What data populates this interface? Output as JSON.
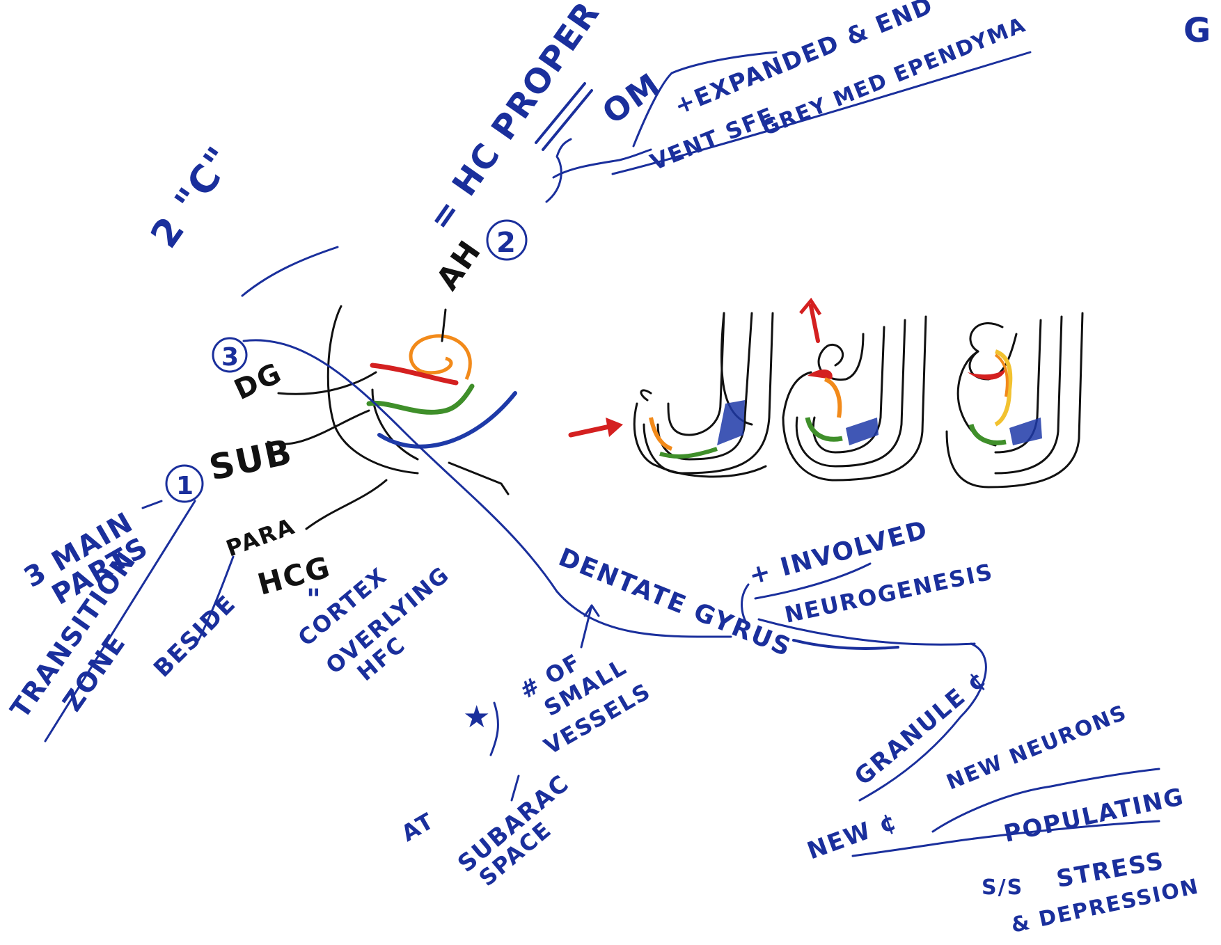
{
  "labels": {
    "two_c": "2 \"C\"",
    "hc_proper": "= HC PROPER",
    "om": "OM",
    "expanded_end": "+EXPANDED & END",
    "vent_sfe": "VENT SFE",
    "grey_ependyma": "GREY MED EPENDYMA",
    "ah": "AH",
    "ah_num": "2",
    "dg": "DG",
    "dg_num": "3",
    "sub": "SUB",
    "sub_num": "1",
    "three_main_parts_1": "3 MAIN",
    "three_main_parts_2": "PARTS",
    "transition_zone_1": "TRANSITION",
    "transition_zone_2": "ZONE",
    "para": "PARA",
    "hcg": "HCG",
    "beside": "BESIDE",
    "ditto": "\"",
    "cortex_overlying_hfc_1": "CORTEX",
    "cortex_overlying_hfc_2": "OVERLYING",
    "cortex_overlying_hfc_3": "HFC",
    "dentate_gyrus": "DENTATE GYRUS",
    "involved": "+ INVOLVED",
    "neurogenesis": "NEUROGENESIS",
    "granule_cells": "GRANULE ¢",
    "new_neurons": "NEW NEURONS",
    "new_cells": "NEW ¢",
    "populating": "POPULATING",
    "s_s": "S/S",
    "stress": "STRESS",
    "depression": "& DEPRESSION",
    "small_vessels_1": "# OF",
    "small_vessels_2": "SMALL",
    "small_vessels_3": "VESSELS",
    "at": "AT",
    "subarachnoid_1": "SUBARAC",
    "subarachnoid_2": "SPACE",
    "corner_g": "G"
  },
  "colors": {
    "ink_blue": "#1a2f9c",
    "ink_black": "#111111",
    "red": "#d42020",
    "orange": "#f28a1a",
    "green": "#3f8f2a",
    "dark_blue": "#1e3aa8",
    "yellow": "#f2c230"
  }
}
